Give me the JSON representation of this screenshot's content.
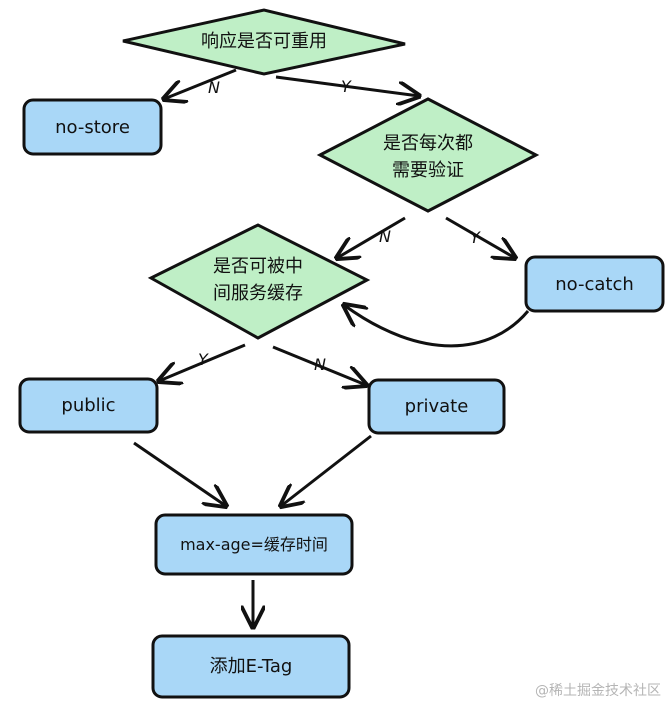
{
  "diagram": {
    "nodes": {
      "q_reuse": {
        "label": "响应是否可重用"
      },
      "no_store": {
        "label": "no-store"
      },
      "q_verify": {
        "lines": [
          "是否每次都",
          "需要验证"
        ]
      },
      "q_cache": {
        "lines": [
          "是否可被中",
          "间服务缓存"
        ]
      },
      "no_catch": {
        "label": "no-catch"
      },
      "public": {
        "label": "public"
      },
      "private": {
        "label": "private"
      },
      "max_age": {
        "label": "max-age=缓存时间"
      },
      "etag": {
        "label": "添加E-Tag"
      }
    },
    "edges": {
      "reuse_no": "N",
      "reuse_yes": "Y",
      "verify_no": "N",
      "verify_yes": "Y",
      "cache_yes": "Y",
      "cache_no": "N"
    },
    "watermark": "@稀土掘金技术社区",
    "colors": {
      "diamond_fill": "#bfefc6",
      "box_fill": "#a9d7f7",
      "stroke": "#111111"
    }
  }
}
